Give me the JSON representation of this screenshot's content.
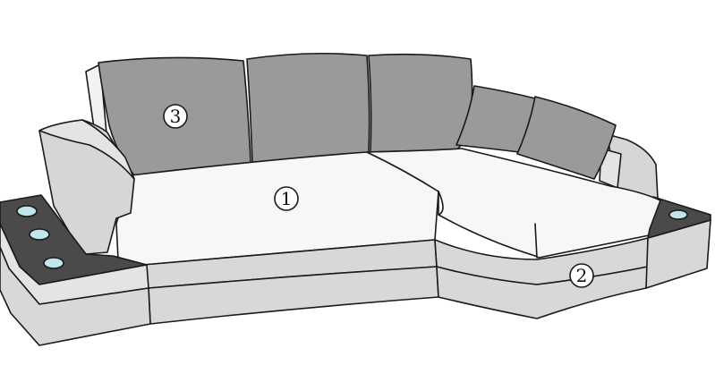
{
  "colors": {
    "background": "#ffffff",
    "outline": "#1a1a1a",
    "back_cushion": "#9a9a9a",
    "seat": "#f7f7f7",
    "base": "#d8d8d8",
    "base_light": "#e4e4e4",
    "armrest": "#d6d6d6",
    "shelf": "#4a4a4a",
    "light": "#bfe6ea"
  },
  "labels": {
    "seat": "1",
    "chaise": "2",
    "back_cushion": "3"
  }
}
